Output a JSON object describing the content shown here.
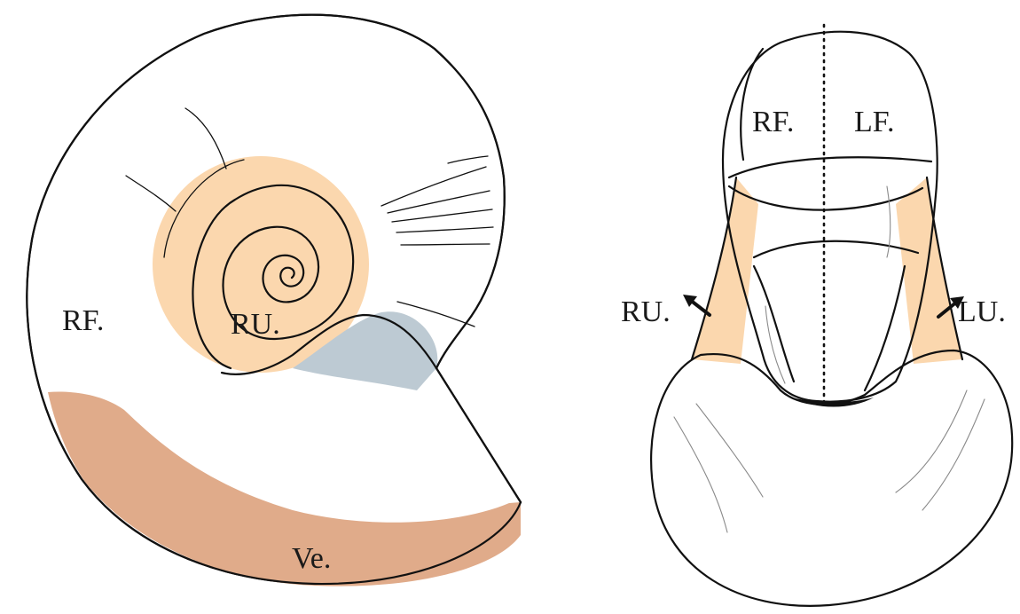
{
  "colors": {
    "flank": "#bdcad3",
    "umbilicus": "#fbd7ae",
    "venter": "#e0ab8a",
    "aperture": "#ffffff",
    "outline": "#111111"
  },
  "lateral_view": {
    "labels": {
      "flank": "RF.",
      "umbilicus": "RU.",
      "venter": "Ve."
    }
  },
  "ventral_view": {
    "labels": {
      "right_flank": "RF.",
      "left_flank": "LF.",
      "right_umbilicus": "RU.",
      "left_umbilicus": "LU."
    },
    "arrows": [
      "arrow-icon",
      "arrow-icon"
    ]
  }
}
